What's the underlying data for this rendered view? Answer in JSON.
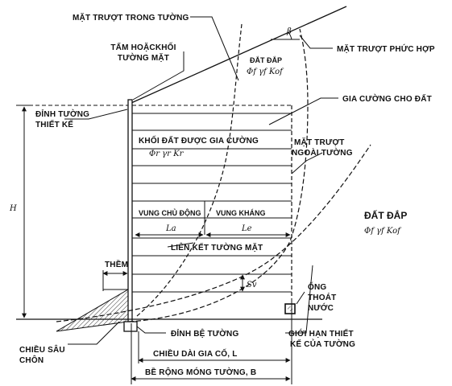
{
  "labels": {
    "mat_truot_trong_tuong": "MẶT TRƯỢT TRONG TƯỜNG",
    "tam_hoac_khoi_1": "TẤM HOẶCKHỐI",
    "tam_hoac_khoi_2": "TƯỜNG MẶT",
    "mat_truot_phuc_hop": "MẶT TRƯỢT PHỨC HỢP",
    "beta": "β",
    "dat_dap_top": "ĐẮT ĐẮP",
    "dat_dap_top_params": "Φf γf Kof",
    "gia_cuong_cho_dat": "GIA CƯỜNG CHO ĐẤT",
    "dinh_tuong_1": "ĐỈNH TƯỜNG",
    "dinh_tuong_2": "THIẾT KẾ",
    "khoi_dat": "KHỐI ĐẤT ĐƯỢC GIA CƯỜNG",
    "khoi_dat_params": "Φr γr Kr",
    "mat_truot_ngoai_1": "MẶT TRƯỢT",
    "mat_truot_ngoai_2": "NGOÀI TƯỜNG",
    "h": "H",
    "dat_dap_right": "ĐẤT ĐẮP",
    "dat_dap_right_params": "Φf γf Kof",
    "vung_chu_dong": "VUNG CHỦ ĐỘNG",
    "vung_khang": "VUNG KHÁNG",
    "la": "La",
    "le": "Le",
    "lien_ket": "LIÊN KẾT TƯỜNG MẶT",
    "them": "THỀM",
    "sv": "Sv",
    "ong_1": "ỐNG",
    "ong_2": "THOÁT",
    "ong_3": "NƯỚC",
    "chieu_sau_1": "CHIỀU SÂU",
    "chieu_sau_2": "CHÔN",
    "dinh_be": "ĐỈNH BỆ TƯỜNG",
    "gioi_han_1": "GIỚI HẠN THIẾT",
    "gioi_han_2": "KẾ CỦA TƯỜNG",
    "chieu_dai": "CHIỀU DÀI GIA CỐ, L",
    "be_rong": "BỀ RỘNG MÓNG TƯỜNG, B"
  }
}
